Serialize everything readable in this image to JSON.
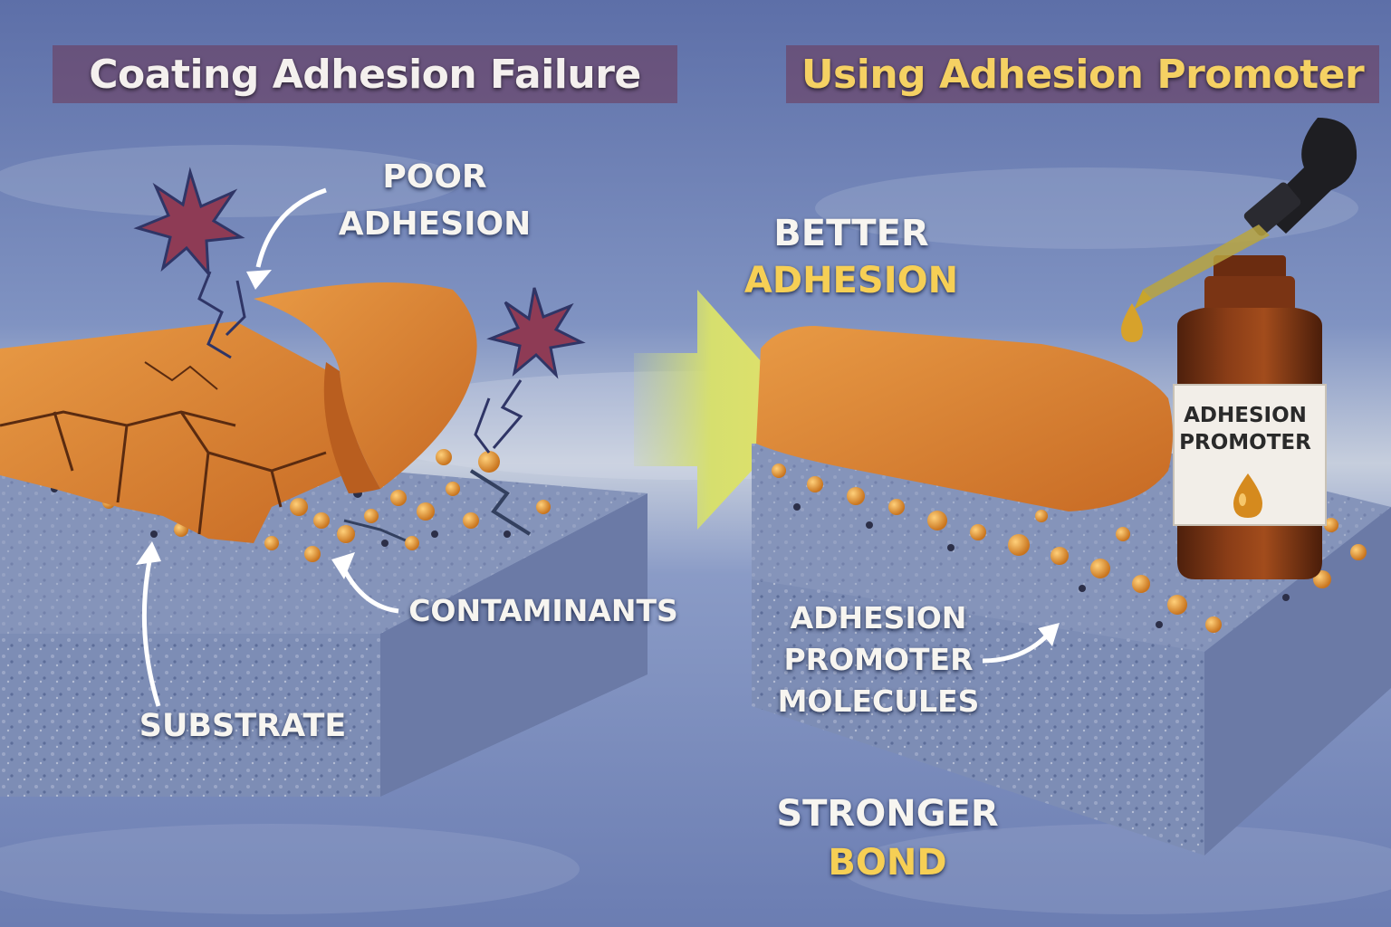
{
  "titles": {
    "left": "Coating Adhesion Failure",
    "right": "Using Adhesion Promoter"
  },
  "labels": {
    "poor_line1": "POOR",
    "poor_line2": "ADHESION",
    "contaminants": "CONTAMINANTS",
    "substrate": "SUBSTRATE",
    "better_line1": "BETTER",
    "better_line2": "ADHESION",
    "promoter_line1": "ADHESION",
    "promoter_line2": "PROMOTER",
    "promoter_line3": "MOLECULES",
    "stronger_line1": "STRONGER",
    "stronger_line2": "BOND"
  },
  "bottle": {
    "label_line1": "ADHESION",
    "label_line2": "PROMOTER"
  },
  "colors": {
    "background": "#6f83b4",
    "coating": "#d9822f",
    "substrate": "#7f8fb6",
    "contaminant": "#e39a35",
    "arrow": "#d8e06a",
    "bottle": "#7a3414",
    "highlight_text": "#f6cf55",
    "star": "#8e3b55"
  },
  "icons": [
    "burst-star-icon",
    "crack-icon",
    "process-arrow-icon",
    "dropper-icon",
    "oil-drop-icon"
  ]
}
